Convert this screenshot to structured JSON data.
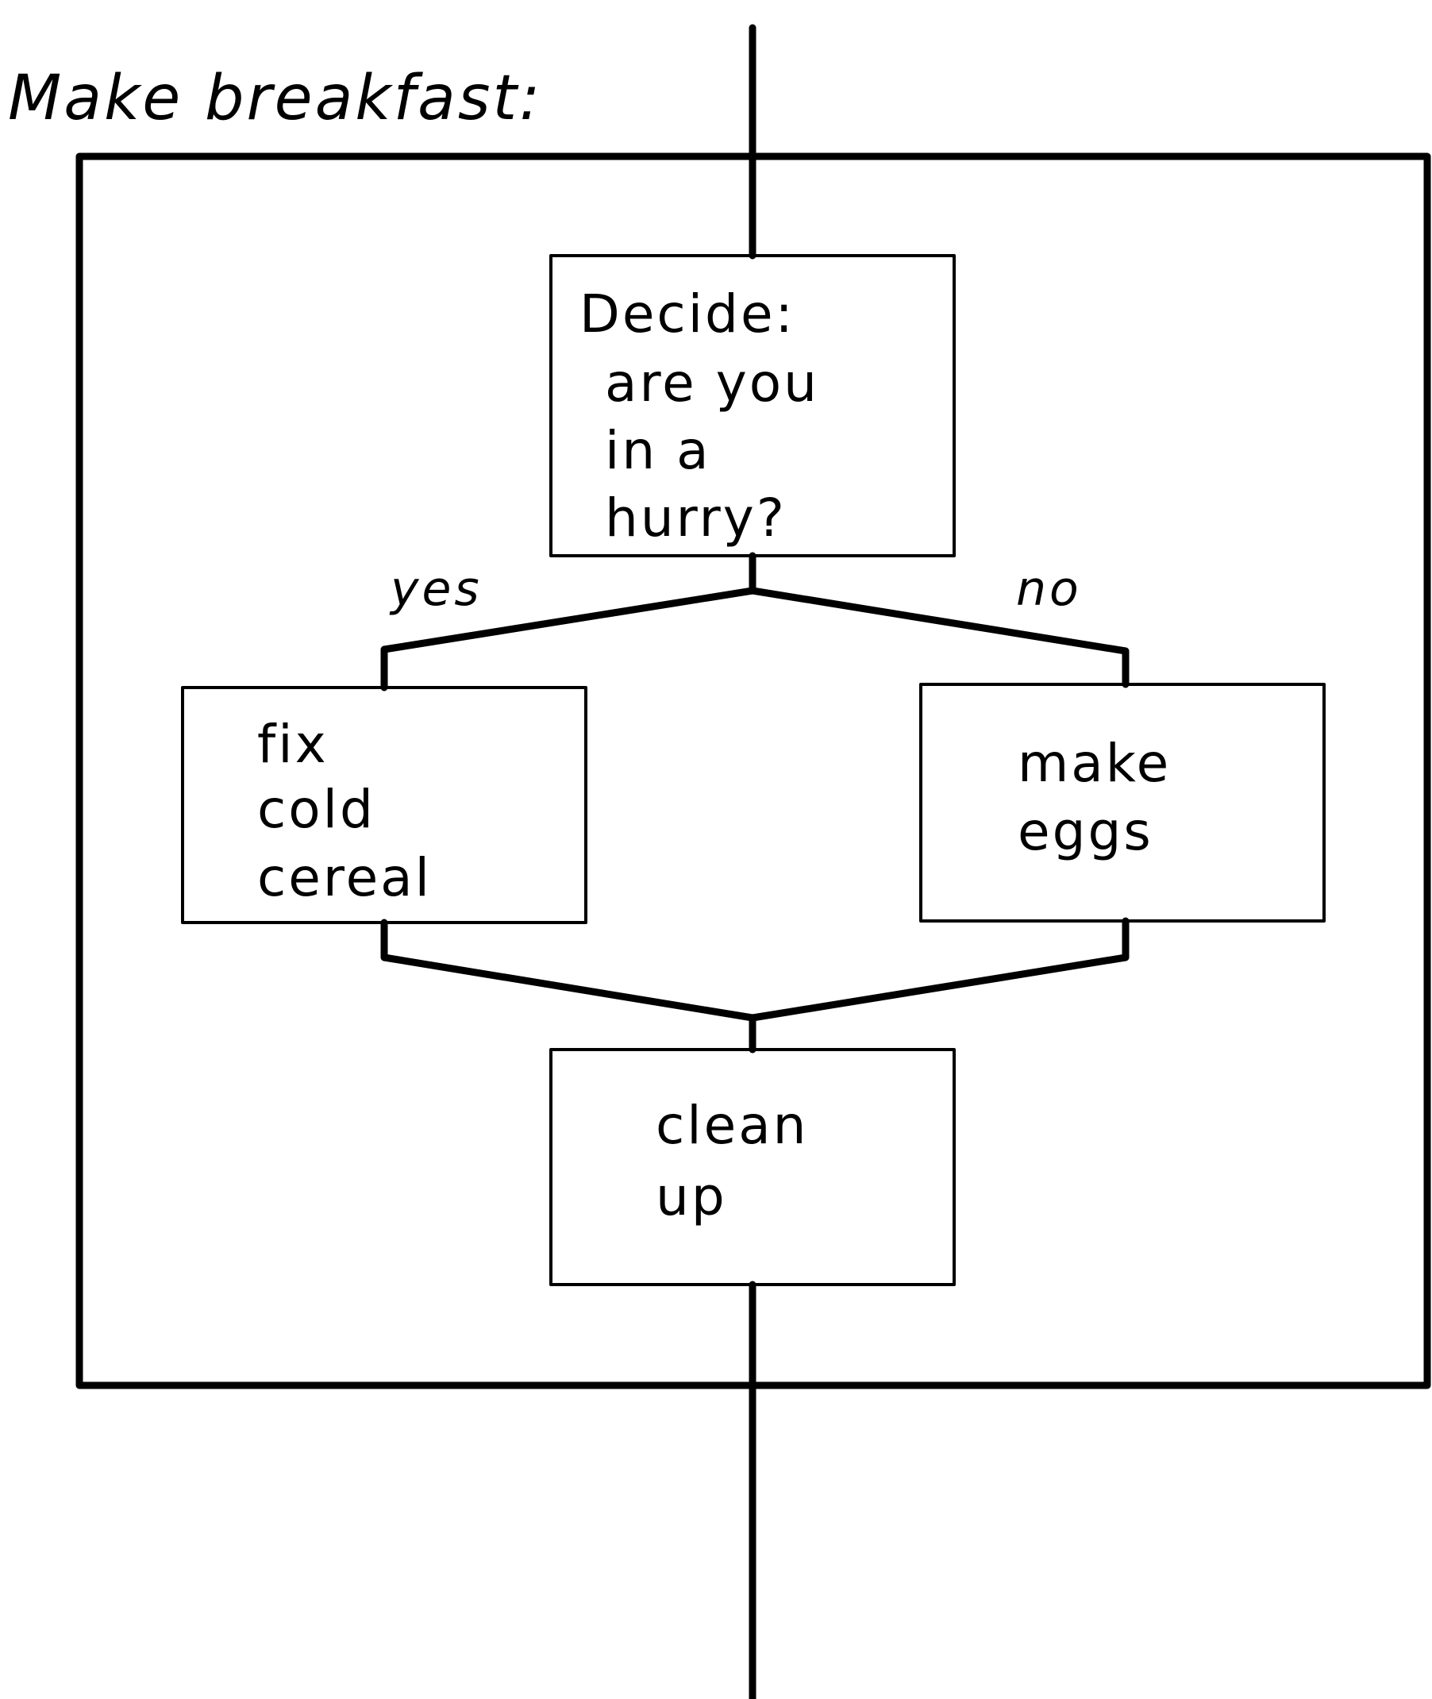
{
  "title": "Make breakfast:",
  "decision": {
    "heading": "Decide:",
    "lines": [
      "are you",
      "in a",
      "hurry?"
    ]
  },
  "branches": {
    "yes_label": "yes",
    "no_label": "no"
  },
  "yes_action": {
    "lines": [
      "fix",
      "cold",
      "cereal"
    ]
  },
  "no_action": {
    "lines": [
      "make",
      "eggs"
    ]
  },
  "final_step": {
    "lines": [
      "clean",
      "up"
    ]
  }
}
